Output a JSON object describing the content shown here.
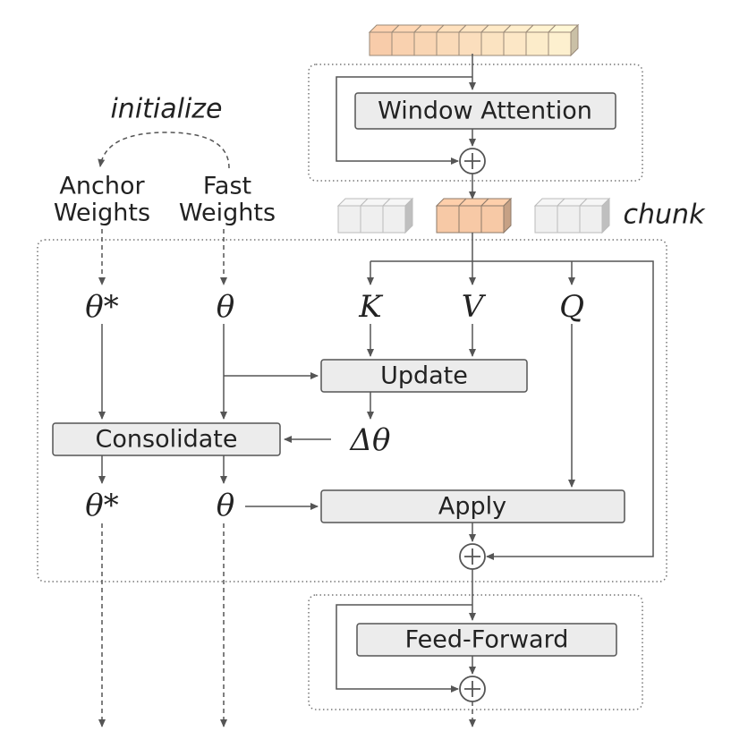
{
  "labels": {
    "initialize": "initialize",
    "anchor_weights_line1": "Anchor",
    "anchor_weights_line2": "Weights",
    "fast_weights_line1": "Fast",
    "fast_weights_line2": "Weights",
    "chunk": "chunk"
  },
  "boxes": {
    "window_attention": "Window Attention",
    "update": "Update",
    "consolidate": "Consolidate",
    "apply": "Apply",
    "feed_forward": "Feed-Forward"
  },
  "symbols": {
    "theta_star_top": "θ*",
    "theta_top": "θ",
    "k": "K",
    "v": "V",
    "q": "Q",
    "delta_theta": "Δθ",
    "theta_star_bottom": "θ*",
    "theta_bottom": "θ"
  },
  "colors": {
    "token_light": "#fdf0cf",
    "token_dark": "#f8ccaa",
    "chunk_active": "#f7c9a6",
    "chunk_inactive": "#efefef",
    "box_fill": "#ececec",
    "stroke": "#555555"
  },
  "token_strip_count": 9,
  "chunk_cell_count": 3
}
